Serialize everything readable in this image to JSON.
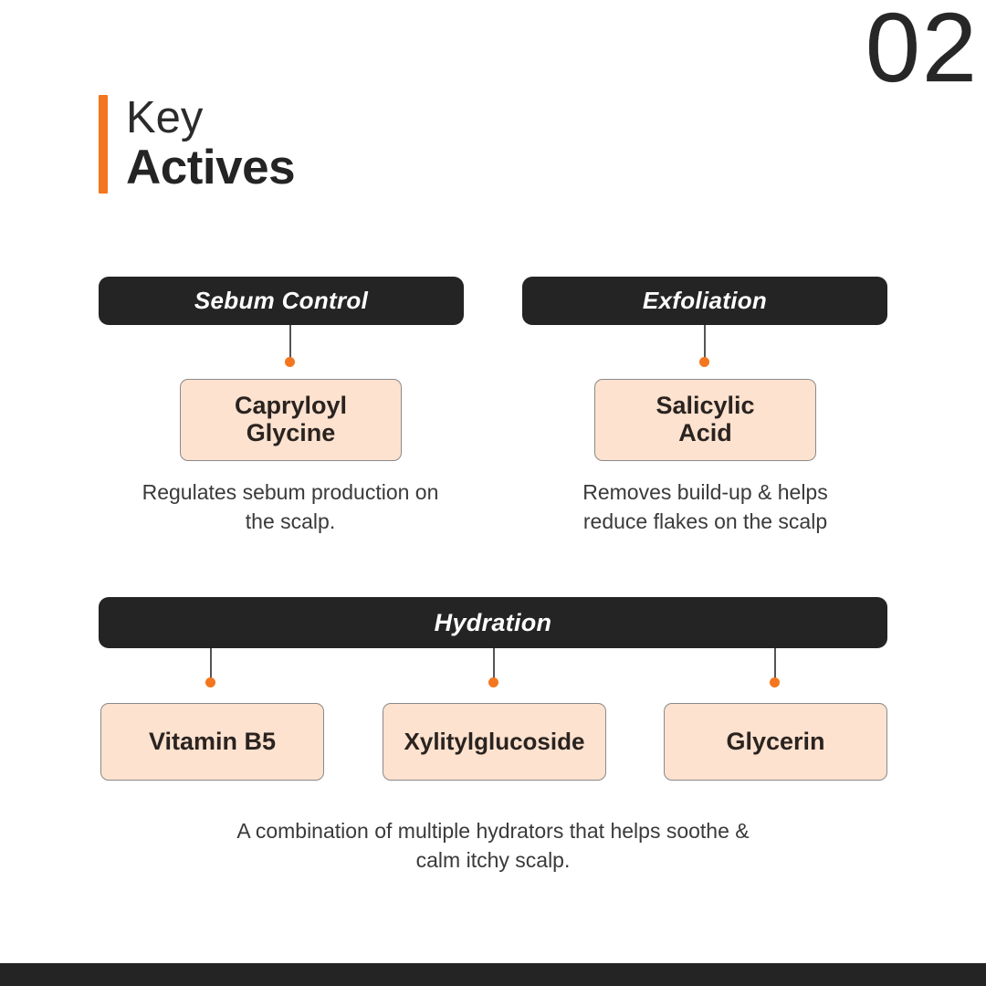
{
  "page": {
    "step_number": "02",
    "background_color": "#FFFFFF",
    "accent_color": "#F4761E",
    "dark_color": "#242424",
    "card_fill_color": "#FCE2CF"
  },
  "header": {
    "title_line1": "Key",
    "title_line2": "Actives"
  },
  "sections": [
    {
      "id": "sebum-control",
      "label": "Sebum Control",
      "ingredients": [
        {
          "id": "capryloyl-glycine",
          "name_line1": "Capryloyl",
          "name_line2": "Glycine"
        }
      ],
      "description": "Regulates sebum production on the scalp."
    },
    {
      "id": "exfoliation",
      "label": "Exfoliation",
      "ingredients": [
        {
          "id": "salicylic-acid",
          "name_line1": "Salicylic",
          "name_line2": "Acid"
        }
      ],
      "description": "Removes build-up & helps reduce flakes on the scalp"
    },
    {
      "id": "hydration",
      "label": "Hydration",
      "ingredients": [
        {
          "id": "vitamin-b5",
          "name_line1": "Vitamin B5",
          "name_line2": ""
        },
        {
          "id": "xylitylglucoside",
          "name_line1": "Xylitylglucoside",
          "name_line2": ""
        },
        {
          "id": "glycerin",
          "name_line1": "Glycerin",
          "name_line2": ""
        }
      ],
      "description": "A combination of multiple hydrators that helps soothe & calm itchy scalp."
    }
  ]
}
